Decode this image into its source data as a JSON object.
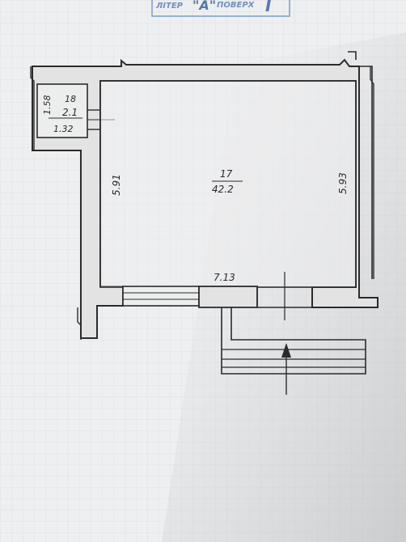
{
  "header": {
    "stamp_left": "ЛІТЕР",
    "stamp_letter": "\"А\"",
    "stamp_right": "ПОВЕРХ",
    "stamp_floor": "І",
    "stamp_color": "#5f86b8"
  },
  "plan": {
    "small_room": {
      "number": "18",
      "area": "2.1",
      "height_dim": "1.58",
      "width_dim": "1.32"
    },
    "main_room": {
      "number": "17",
      "area": "42.2",
      "left_dim": "5.91",
      "right_dim": "5.93",
      "bottom_dim": "7.13"
    },
    "wall_color": "#2b2b2b",
    "wall_fill": "#e6e6e6"
  }
}
